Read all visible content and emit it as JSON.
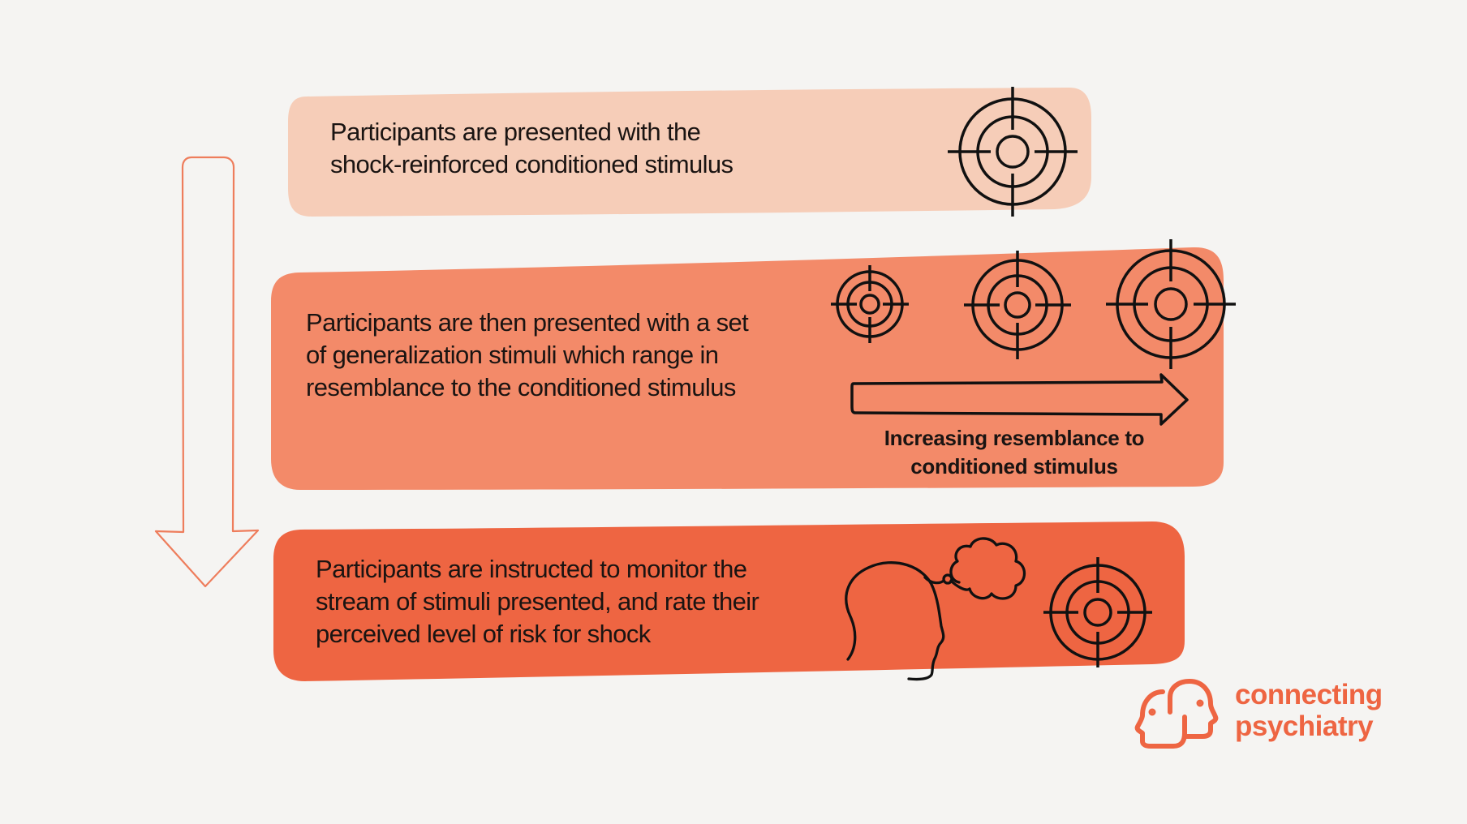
{
  "colors": {
    "background": "#f5f4f2",
    "step1_fill": "#f6cdb8",
    "step2_fill": "#f38a69",
    "step3_fill": "#ee6542",
    "flow_arrow_stroke": "#ee7d5c",
    "icon_stroke": "#111111",
    "brand": "#ee6542"
  },
  "steps": [
    {
      "id": 1,
      "text_lines": [
        "Participants are presented with the",
        "shock-reinforced conditioned stimulus"
      ],
      "icons": [
        "target-icon"
      ]
    },
    {
      "id": 2,
      "text_lines": [
        "Participants are then presented with a set",
        "of generalization stimuli which range in",
        "resemblance to the conditioned stimulus"
      ],
      "icons": [
        "target-icon-small",
        "target-icon-medium",
        "target-icon-large",
        "right-arrow-icon"
      ],
      "caption_lines": [
        "Increasing resemblance to",
        "conditioned stimulus"
      ]
    },
    {
      "id": 3,
      "text_lines": [
        "Participants are instructed to monitor the",
        "stream of stimuli presented, and rate their",
        "perceived level of risk for shock"
      ],
      "icons": [
        "head-thought-bubble-icon",
        "target-icon"
      ]
    }
  ],
  "flow_arrow": {
    "direction": "down",
    "icon": "down-arrow-icon"
  },
  "logo": {
    "icon": "two-heads-icon",
    "lines": [
      "connecting",
      "psychiatry"
    ]
  }
}
